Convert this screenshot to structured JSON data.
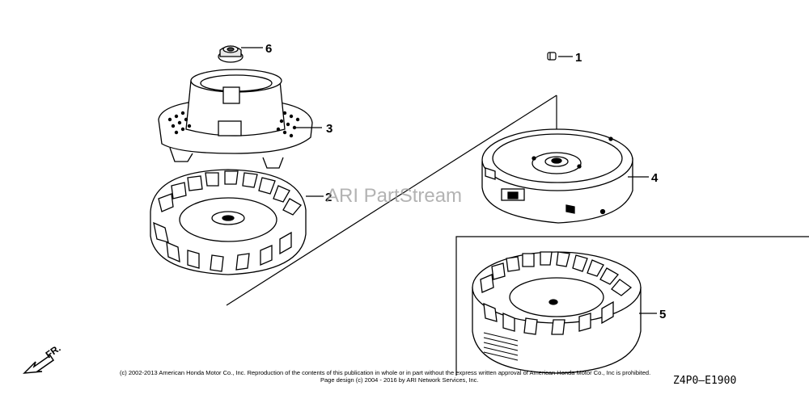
{
  "callouts": {
    "part_1": "1",
    "part_2": "2",
    "part_3": "3",
    "part_4": "4",
    "part_5": "5",
    "part_6": "6"
  },
  "watermark": "ARI PartStream",
  "direction_label": "FR.",
  "copyright_line_1": "(c) 2002-2013 American Honda Motor Co., Inc. Reproduction of the contents of this publication in whole or in part without the express written approval of American Honda Motor Co., Inc is prohibited.",
  "copyright_line_2": "Page design (c) 2004 - 2016 by ARI Network Services, Inc.",
  "diagram_code": "Z4P0—E1900"
}
